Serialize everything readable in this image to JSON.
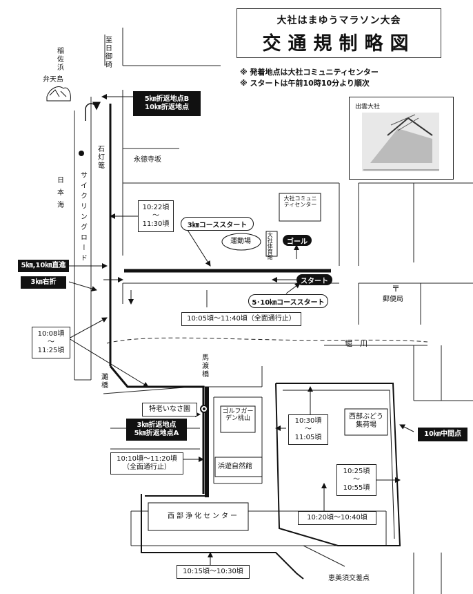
{
  "title": {
    "line1": "大社はまゆうマラソン大会",
    "line2": "交通規制略図"
  },
  "notes": [
    "※ 発着地点は大社コミュニティセンター",
    "※ スタートは午前10時10分より順次"
  ],
  "places": {
    "to_hinomisaki": "至日御碕",
    "inasahama": "稲佐浜",
    "bentenjima": "弁天島",
    "japan_sea": "日本海",
    "ishidourou": "石灯篭",
    "cycling_road": "サイクリングロード",
    "eitokujizaka": "永徳寺坂",
    "izumo_taisha": "出雲大社",
    "community_center": "大社コミュニティセンター",
    "stadium": "運動場",
    "gym": "大社体育館",
    "post_office_mark": "〒",
    "post_office": "郵便局",
    "horikawa": "堀　川",
    "bandobashi": "馬渡橋",
    "nadabashi": "灘橋",
    "tokuro_inasaen": "特老いなさ園",
    "golf_garden": "ゴルフガーデン桃山",
    "nishibu_budou": "西部ぶどう集荷場",
    "hamayuu_shizenkan": "浜遊自然館",
    "jouka_center": "西部浄化センター",
    "ebisu": "恵美須交差点"
  },
  "markers": {
    "turn_b": [
      "5㎞折返地点B",
      "10㎞折返地点"
    ],
    "straight": "5㎞,10㎞直進",
    "right_turn": "3㎞右折",
    "turn_a": [
      "3㎞折返地点",
      "5㎞折返地点A"
    ],
    "mid_10k": "10㎞中間点",
    "course3k_start": "3㎞コーススタート",
    "goal": "ゴール",
    "start": "スタート",
    "course510_start": "5･10㎞コーススタート"
  },
  "closures": {
    "t1022": [
      "10:22頃",
      "～",
      "11:30頃"
    ],
    "t1005": "10:05頃～11:40頃（全面通行止）",
    "t1008": [
      "10:08頃",
      "～",
      "11:25頃"
    ],
    "t1030": [
      "10:30頃",
      "～",
      "11:05頃"
    ],
    "t1010": [
      "10:10頃～11:20頃",
      "（全面通行止）"
    ],
    "t1025": [
      "10:25頃",
      "～",
      "10:55頃"
    ],
    "t1020": "10:20頃～10:40頃",
    "t1015": "10:15頃～10:30頃"
  }
}
